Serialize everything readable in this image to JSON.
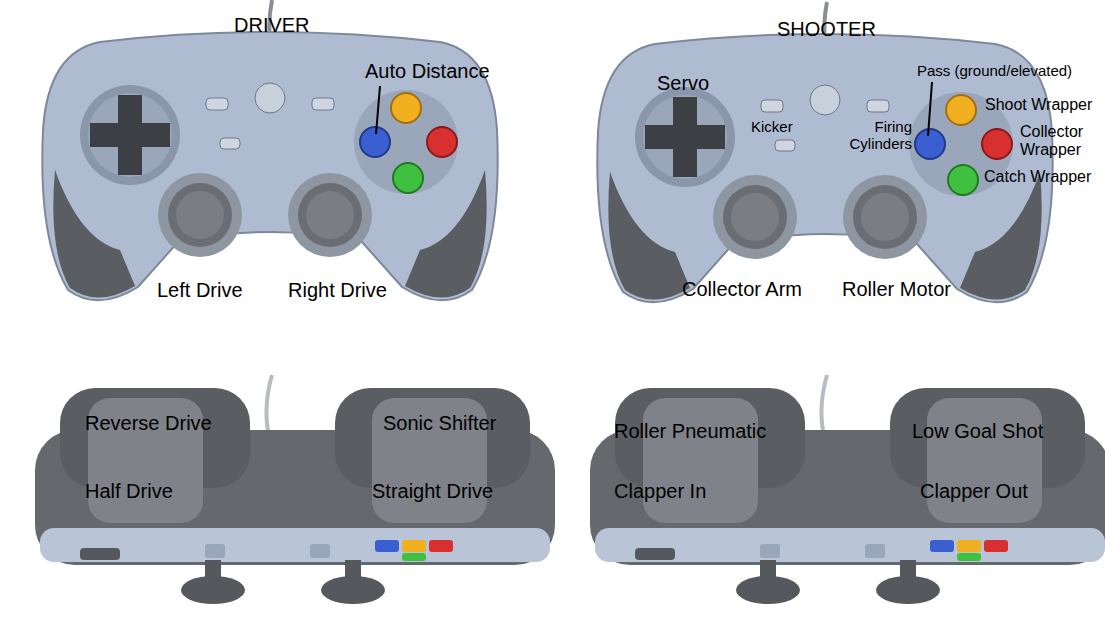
{
  "diagram": {
    "labels": [
      "DRIVER",
      "Auto Distance",
      "Left Drive",
      "Right Drive",
      "SHOOTER",
      "Servo",
      "Pass (ground/elevated)",
      "Kicker",
      "Firing Cylinders",
      "Shoot Wrapper",
      "Collector Wrapper",
      "Catch Wrapper",
      "Collector Arm",
      "Roller Motor",
      "Reverse Drive",
      "Sonic Shifter",
      "Half Drive",
      "Straight Drive",
      "Roller Pneumatic",
      "Low Goal Shot",
      "Clapper In",
      "Clapper Out"
    ]
  }
}
